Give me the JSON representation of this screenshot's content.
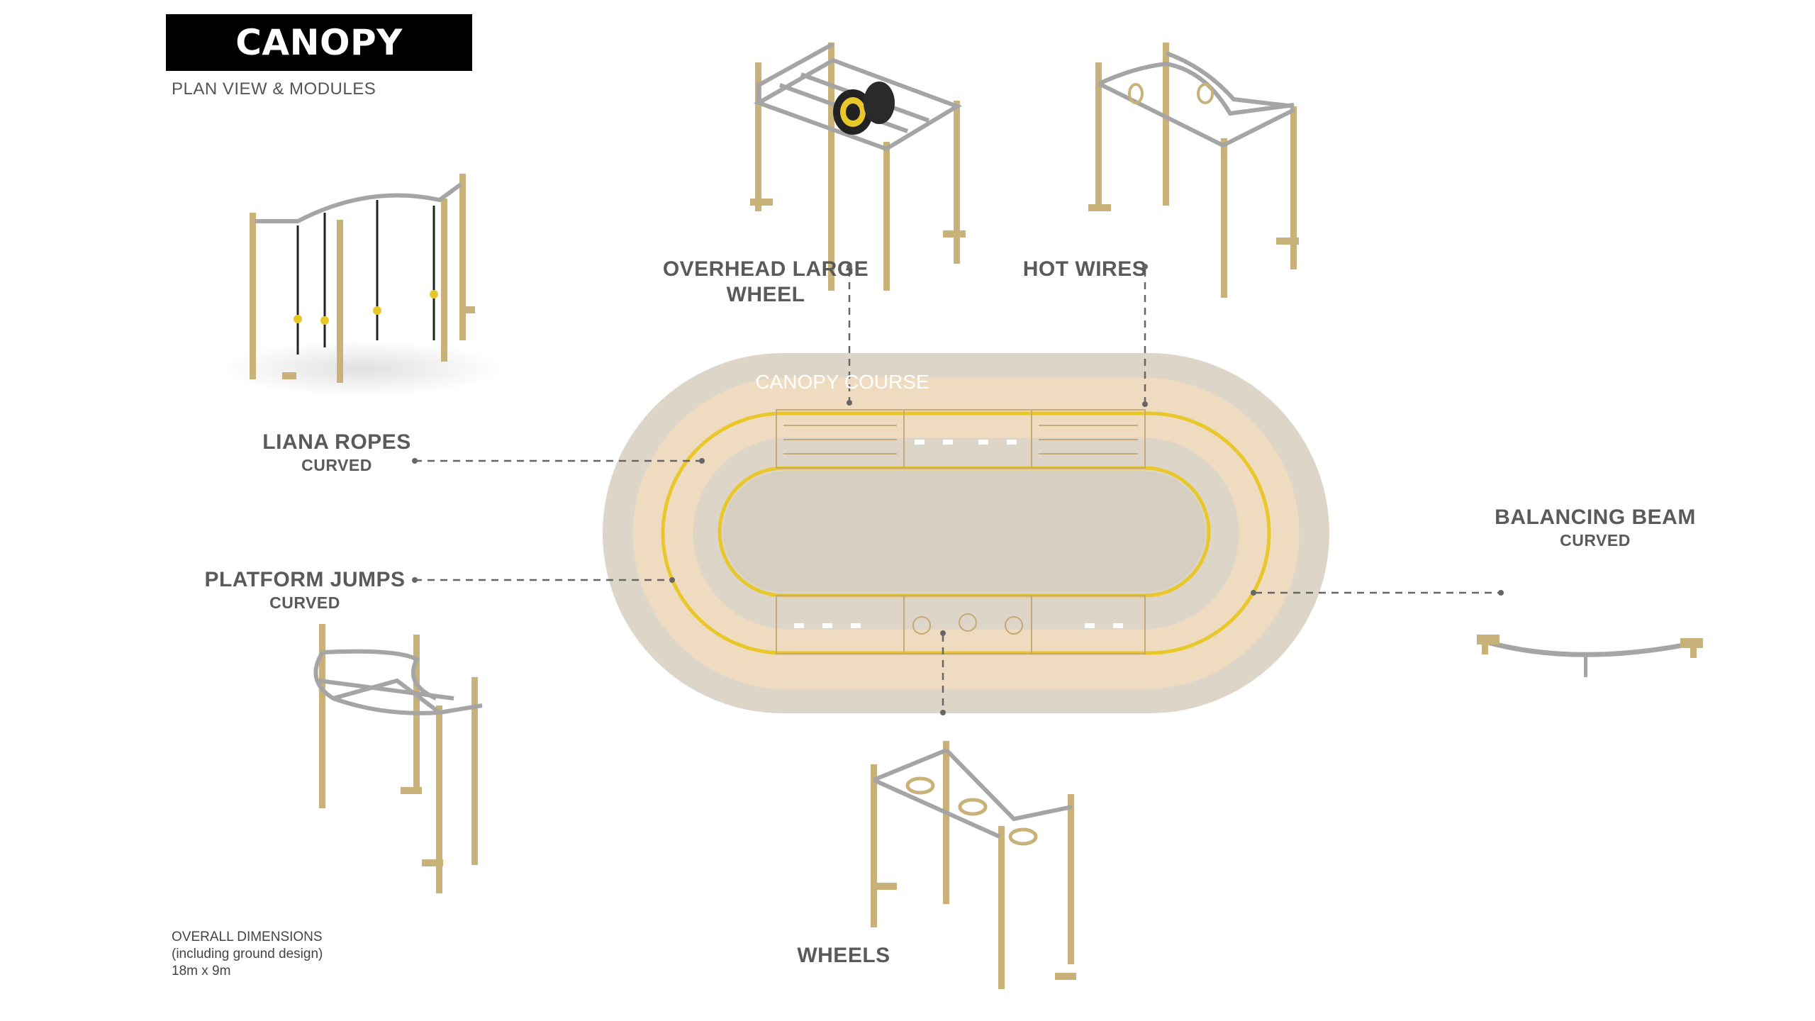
{
  "header": {
    "title": "CANOPY COURSE",
    "subtitle": "PLAN VIEW & MODULES"
  },
  "plan": {
    "label": "CANOPY COURSE"
  },
  "modules": {
    "overhead_large_wheel": {
      "line1": "OVERHEAD LARGE",
      "line2": "WHEEL"
    },
    "hot_wires": {
      "label": "HOT WIRES"
    },
    "liana_ropes": {
      "label": "LIANA ROPES",
      "sub": "CURVED"
    },
    "platform_jumps": {
      "label": "PLATFORM JUMPS",
      "sub": "CURVED"
    },
    "balancing_beam": {
      "label": "BALANCING BEAM",
      "sub": "CURVED"
    },
    "wheels": {
      "label": "WHEELS"
    }
  },
  "dimensions": {
    "line1": "OVERALL DIMENSIONS",
    "line2": "(including ground design)",
    "line3": "18m x 9m"
  },
  "colors": {
    "post": "#c9b27a",
    "metal": "#a5a5a5",
    "accent_yellow": "#e8c72a",
    "ground": "#ddd5c8"
  }
}
